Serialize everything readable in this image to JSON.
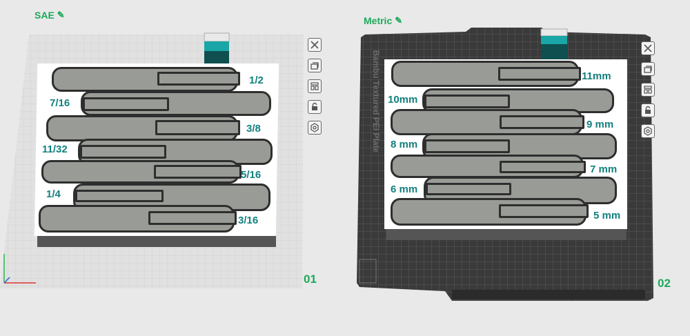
{
  "plates": [
    {
      "name": "SAE",
      "number": "01",
      "sizes_right": [
        "1/2",
        "3/8",
        "5/16",
        "3/16"
      ],
      "sizes_left": [
        "7/16",
        "11/32",
        "1/4"
      ]
    },
    {
      "name": "Metric",
      "number": "02",
      "brand_text": "Bambu Textured PEI Plate",
      "sizes_right": [
        "11mm",
        "9 mm",
        "7 mm",
        "5 mm"
      ],
      "sizes_left": [
        "10mm",
        "8 mm",
        "6 mm"
      ]
    }
  ],
  "icons": [
    "close-icon",
    "auto-orient-icon",
    "arrange-icon",
    "lock-icon",
    "settings-icon"
  ],
  "colors": {
    "label_green": "#1ea85a",
    "size_teal": "#12807e",
    "slot_gray": "#999c96",
    "plate_dark": "#3a3a3a"
  }
}
